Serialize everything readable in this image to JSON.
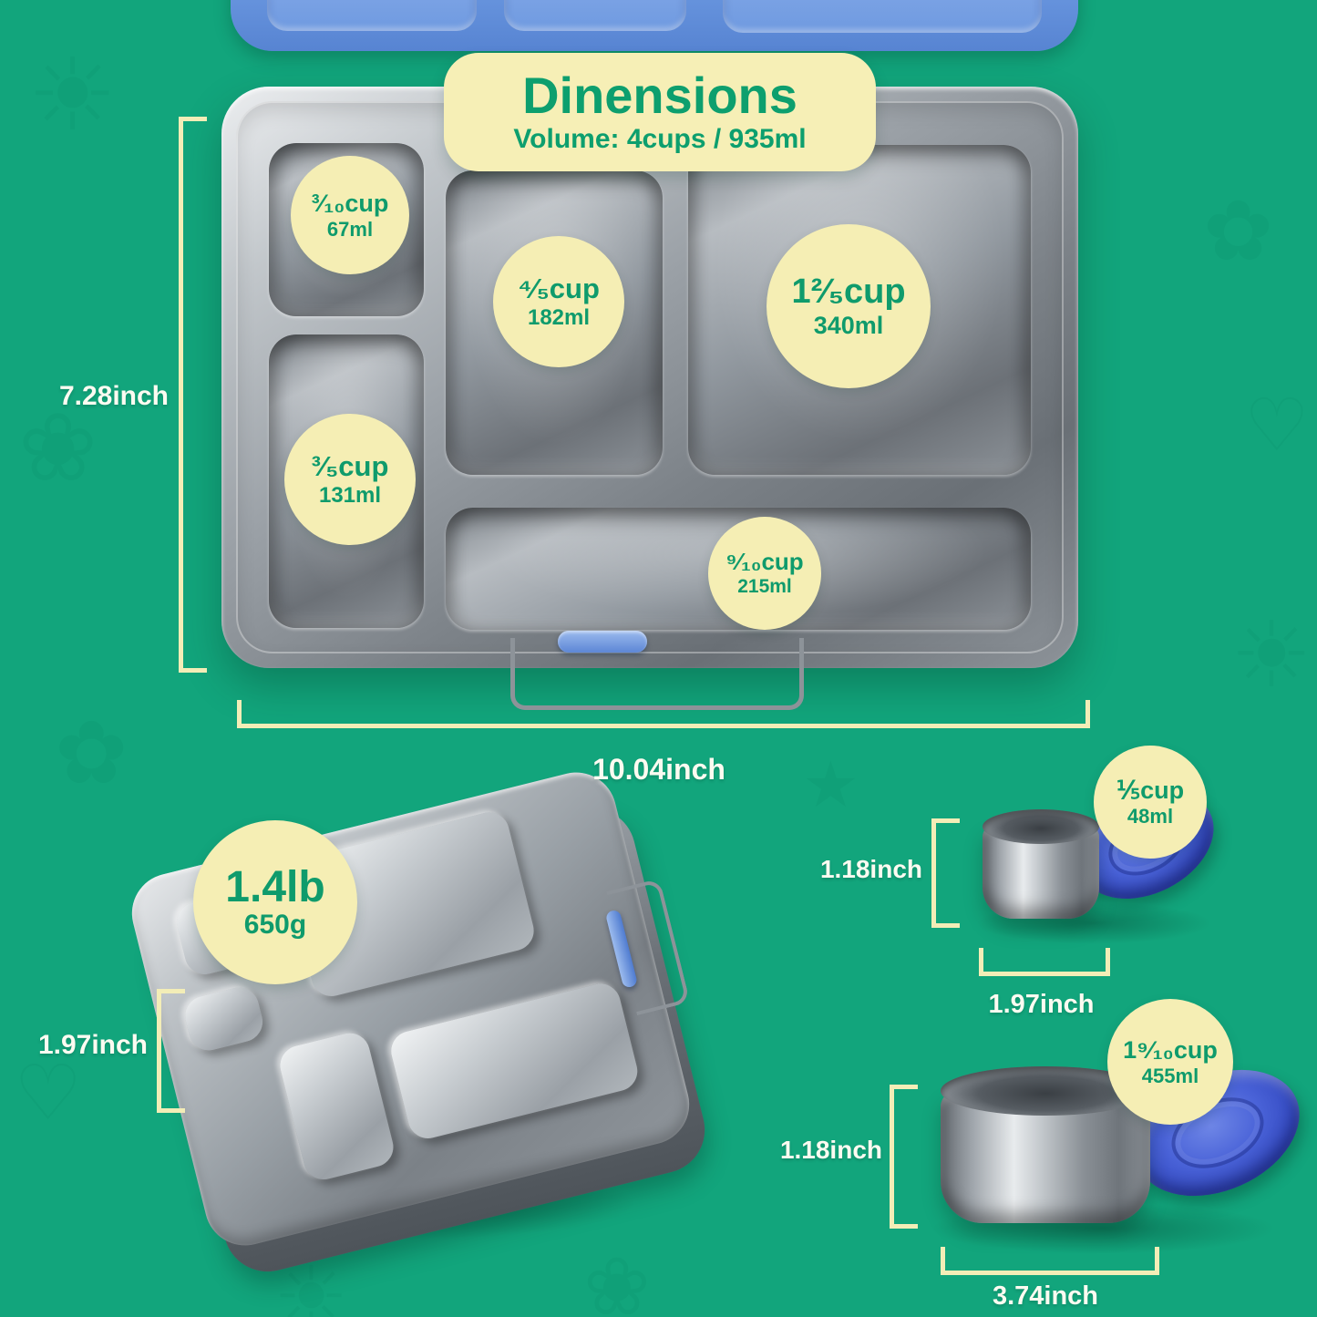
{
  "title": {
    "heading": "Dinensions",
    "subtitle": "Volume: 4cups / 935ml"
  },
  "tray": {
    "compartments": [
      {
        "volume": "³⁄₁₀cup",
        "ml": "67ml"
      },
      {
        "volume": "⁴⁄₅cup",
        "ml": "182ml"
      },
      {
        "volume": "1²⁄₅cup",
        "ml": "340ml"
      },
      {
        "volume": "³⁄₅cup",
        "ml": "131ml"
      },
      {
        "volume": "⁹⁄₁₀cup",
        "ml": "215ml"
      }
    ],
    "height_label": "7.28inch",
    "width_label": "10.04inch"
  },
  "weight": {
    "lb": "1.4lb",
    "g": "650g"
  },
  "closed_box": {
    "height_label": "1.97inch"
  },
  "small_container": {
    "volume": "⅕cup",
    "ml": "48ml",
    "height_label": "1.18inch",
    "width_label": "1.97inch"
  },
  "large_container": {
    "volume": "1⁹⁄₁₀cup",
    "ml": "455ml",
    "height_label": "1.18inch",
    "width_label": "3.74inch"
  },
  "colors": {
    "background_green": "#12a57c",
    "badge_yellow": "#f5eeb4",
    "text_green": "#0f9b6c",
    "dimension_cream": "#f3edb7",
    "label_white": "#fcfbf1",
    "lid_blue": "#5784d2",
    "container_lid_blue": "#3248c0",
    "steel_gray": "#9aa0a6"
  },
  "icons": {
    "flower": "✿",
    "sun": "☀",
    "blossom": "❀",
    "heart": "♡",
    "star": "★"
  }
}
